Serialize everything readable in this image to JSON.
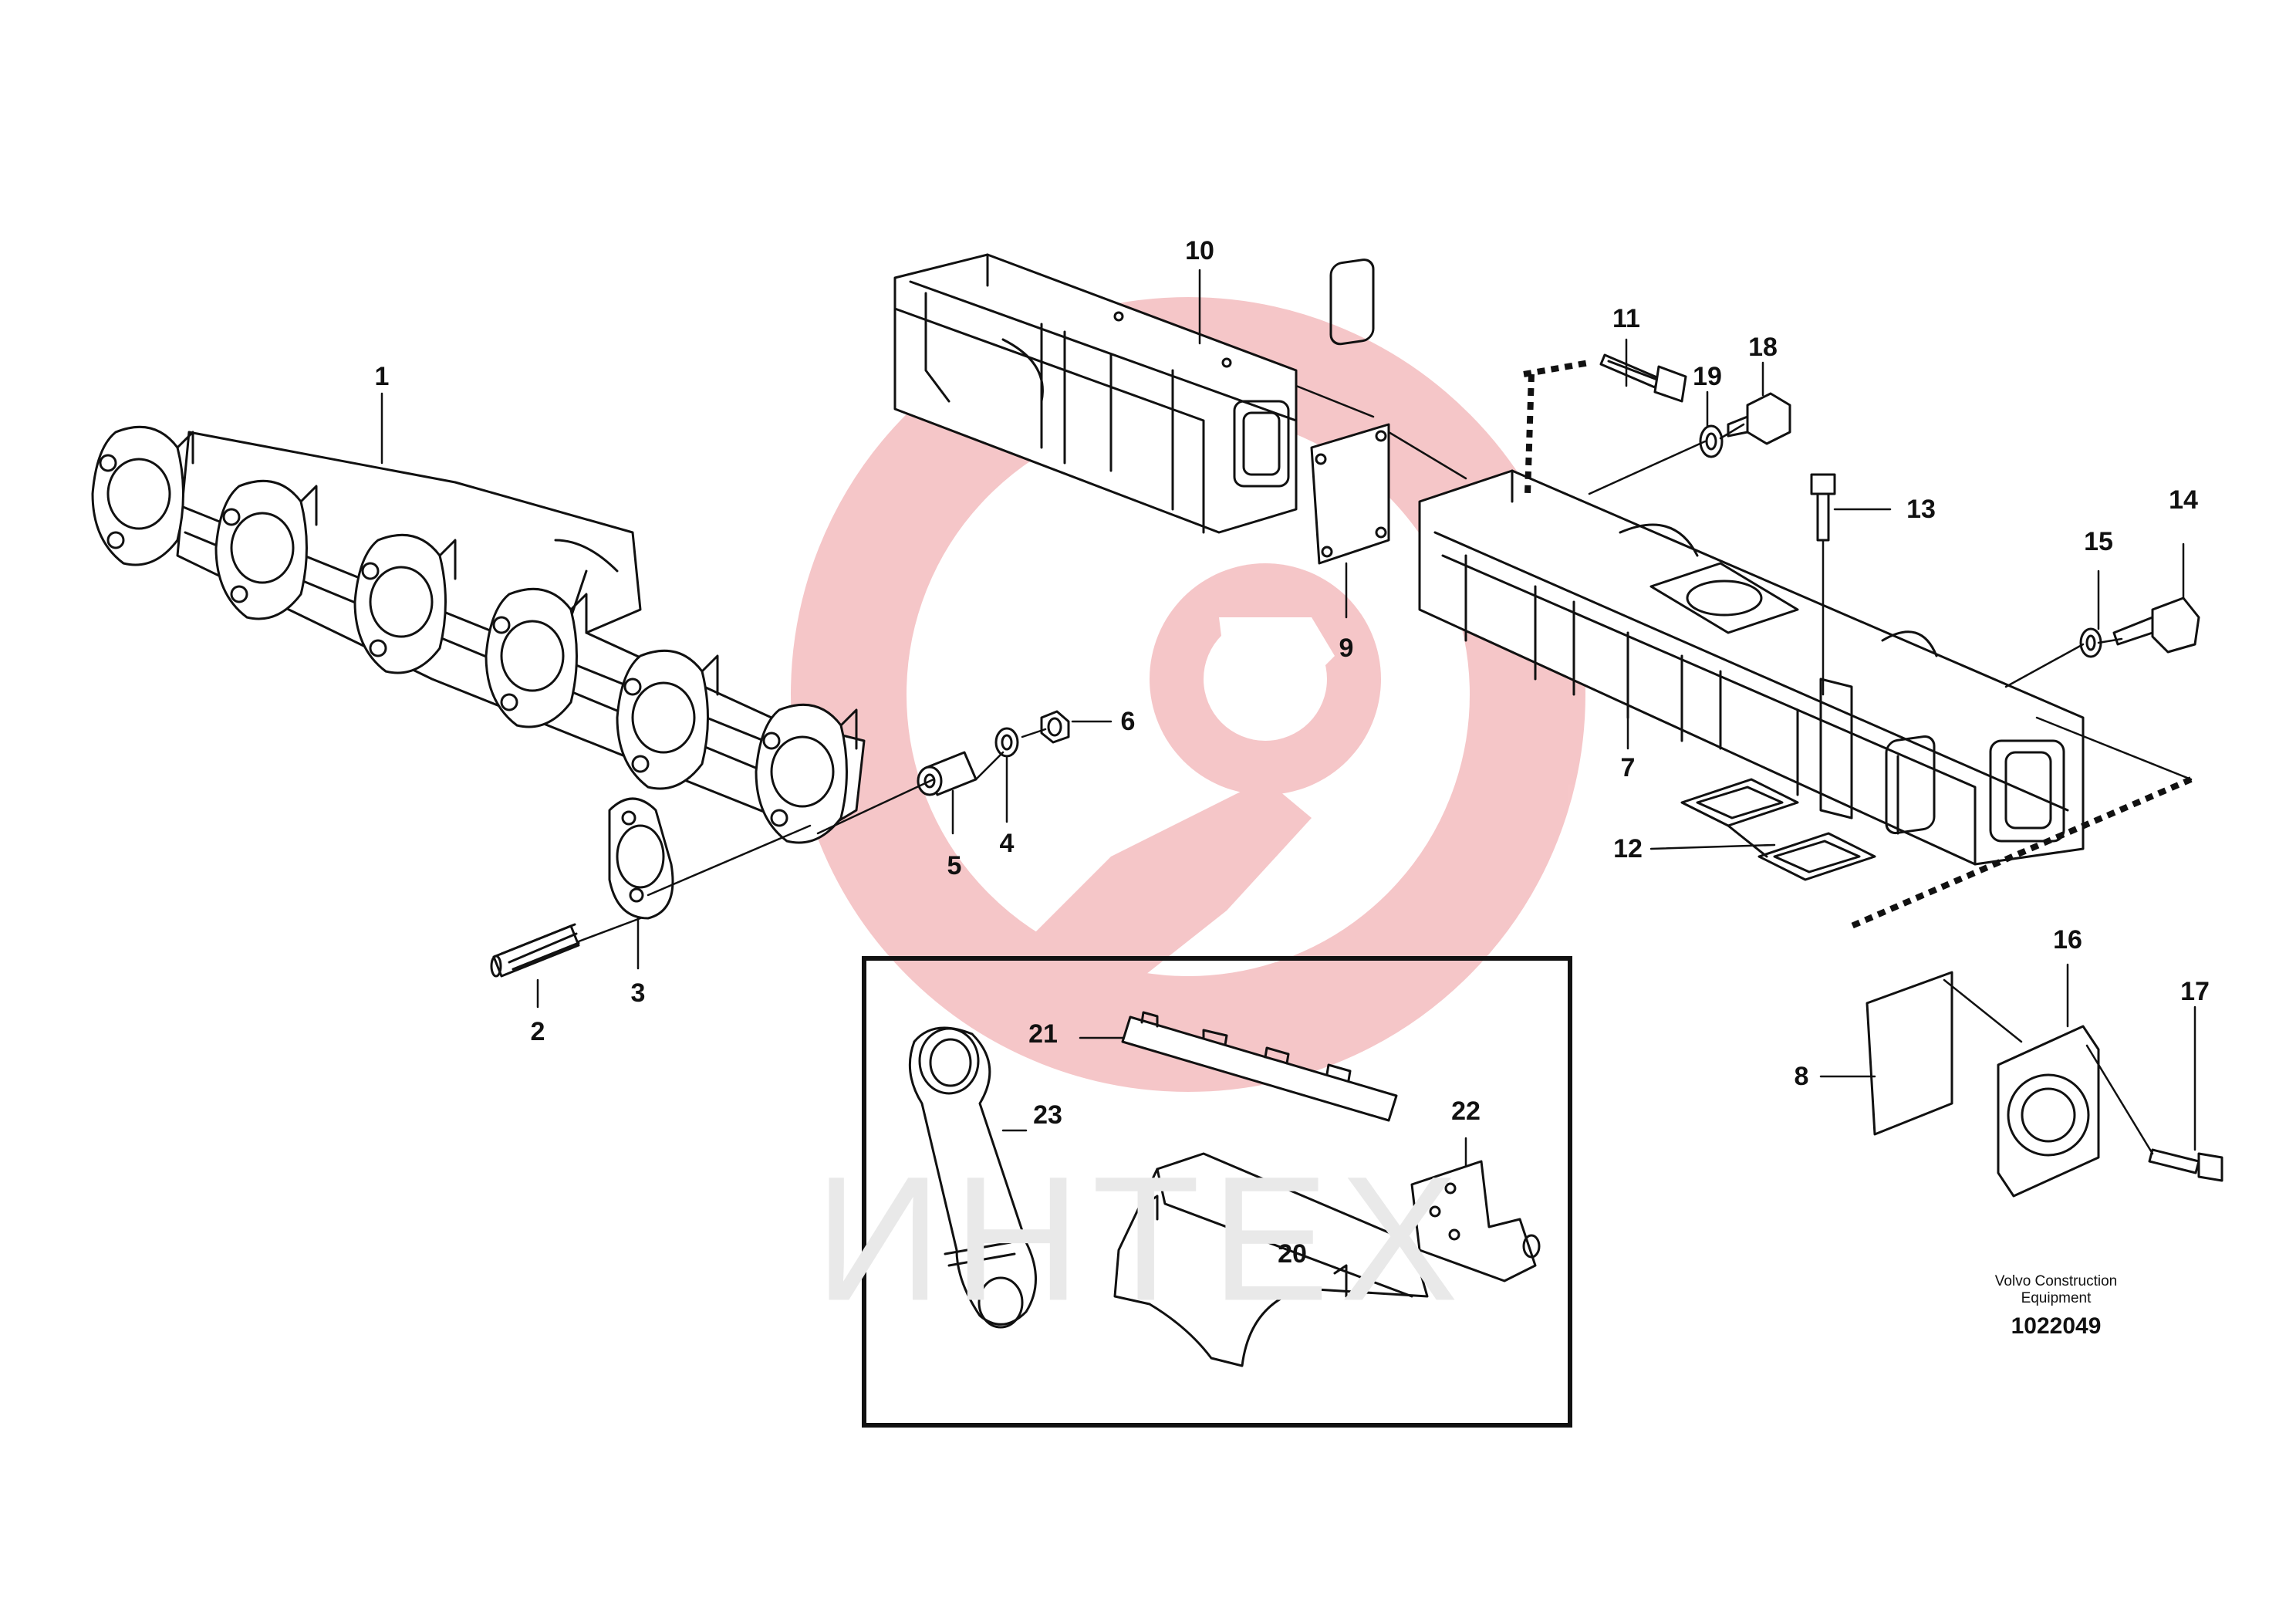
{
  "callouts": [
    {
      "id": "c1",
      "text": "1"
    },
    {
      "id": "c2",
      "text": "2"
    },
    {
      "id": "c3",
      "text": "3"
    },
    {
      "id": "c4",
      "text": "4"
    },
    {
      "id": "c5",
      "text": "5"
    },
    {
      "id": "c6",
      "text": "6"
    },
    {
      "id": "c7",
      "text": "7"
    },
    {
      "id": "c8",
      "text": "8"
    },
    {
      "id": "c9",
      "text": "9"
    },
    {
      "id": "c10",
      "text": "10"
    },
    {
      "id": "c11",
      "text": "11"
    },
    {
      "id": "c12",
      "text": "12"
    },
    {
      "id": "c13",
      "text": "13"
    },
    {
      "id": "c14",
      "text": "14"
    },
    {
      "id": "c15",
      "text": "15"
    },
    {
      "id": "c16",
      "text": "16"
    },
    {
      "id": "c17",
      "text": "17"
    },
    {
      "id": "c18",
      "text": "18"
    },
    {
      "id": "c19",
      "text": "19"
    },
    {
      "id": "c20",
      "text": "20"
    },
    {
      "id": "c21",
      "text": "21"
    },
    {
      "id": "c22",
      "text": "22"
    },
    {
      "id": "c23",
      "text": "23"
    }
  ],
  "brand": {
    "line1": "Volvo Construction",
    "line2": "Equipment",
    "code": "1022049"
  },
  "watermark": {
    "text": "ИНТЕХ",
    "color": "#f5c4c6"
  },
  "colors": {
    "ink": "#111111",
    "paper": "#ffffff"
  }
}
